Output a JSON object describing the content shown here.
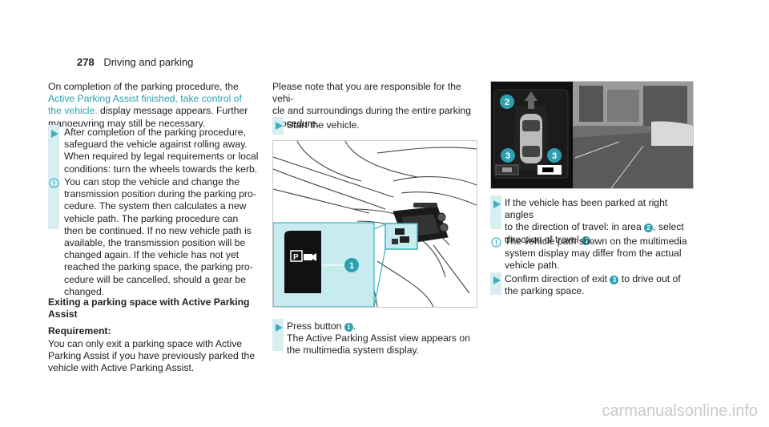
{
  "header": {
    "page_number": "278",
    "section": "Driving and parking"
  },
  "col1": {
    "intro_prefix": "On completion of the parking procedure, the",
    "intro_highlight_1": "Active Parking Assist finished, take control of",
    "intro_highlight_2": "the vehicle.",
    "intro_suffix_1": "display message appears. Further",
    "intro_suffix_2": "manoeuvring may still be necessary.",
    "step1": [
      "After completion of the parking procedure,",
      "safeguard the vehicle against rolling away.",
      "When required by legal requirements or local",
      "conditions: turn the wheels towards the kerb."
    ],
    "note1": [
      "You can stop the vehicle and change the",
      "transmission position during the parking pro-",
      "cedure. The system then calculates a new",
      "vehicle path. The parking procedure can",
      "then be continued. If no new vehicle path is",
      "available, the transmission position will be",
      "changed again. If the vehicle has not yet",
      "reached the parking space, the parking pro-",
      "cedure will be cancelled, should a gear be",
      "changed."
    ],
    "heading_1": "Exiting a parking space with Active Parking",
    "heading_2": "Assist",
    "requirement_label": "Requirement:",
    "requirement_text": [
      "You can only exit a parking space with Active",
      "Parking Assist if you have previously parked the",
      "vehicle with Active Parking Assist."
    ]
  },
  "col2": {
    "intro": [
      "Please note that you are responsible for the vehi-",
      "cle and surroundings during the entire parking",
      "procedure."
    ],
    "step_start": "Start the vehicle.",
    "step_press_prefix": "Press button",
    "step_press_num": "1",
    "step_press_suffix": ".",
    "step_press_detail": [
      "The Active Parking Assist view appears on",
      "the multimedia system display."
    ],
    "figure_callout": "1"
  },
  "col3": {
    "figure_callouts": [
      "2",
      "3",
      "3"
    ],
    "step_perp_1a": "If the vehicle has been parked at right angles",
    "step_perp_2a": "to the direction of travel: in area",
    "step_perp_num_a": "2",
    "step_perp_2b": ", select",
    "step_perp_3a": "direction of travel",
    "step_perp_num_b": "3",
    "step_perp_3b": ".",
    "note2": [
      "The vehicle path shown on the multimedia",
      "system display may differ from the actual",
      "vehicle path."
    ],
    "step_confirm_a": "Confirm direction of exit",
    "step_confirm_num": "3",
    "step_confirm_b": "to drive out of",
    "step_confirm_2": "the parking space."
  },
  "footer": {
    "watermark": "carmanualsonline.info"
  },
  "colors": {
    "accent": "#2ca0b0",
    "bar": "#d8eef1",
    "highlight_box": "#c6ecef"
  }
}
